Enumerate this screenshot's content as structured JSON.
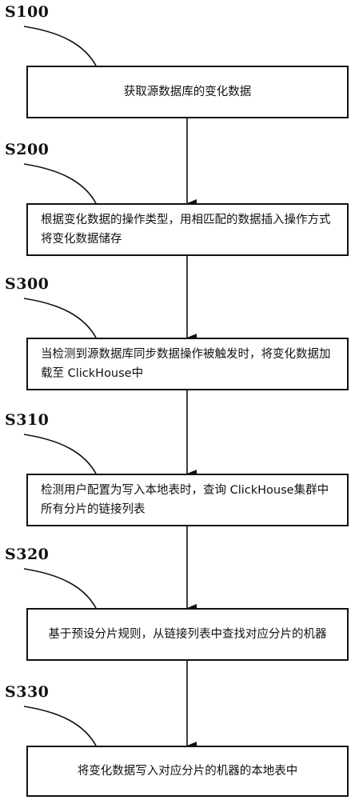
{
  "steps": [
    {
      "id": "S100",
      "text": "获取源数据库的变化数据"
    },
    {
      "id": "S200",
      "text": "根据变化数据的操作类型，用相匹配的数据插入操作方式将变化数据储存"
    },
    {
      "id": "S300",
      "text": "当检测到源数据库同步数据操作被触发时，将变化数据加载至 ClickHouse中"
    },
    {
      "id": "S310",
      "text": "检测用户配置为写入本地表时，查询 ClickHouse集群中所有分片的链接列表"
    },
    {
      "id": "S320",
      "text": "基于预设分片规则，从链接列表中查找对应分片的机器"
    },
    {
      "id": "S330",
      "text": "将变化数据写入对应分片的机器的本地表中"
    }
  ]
}
